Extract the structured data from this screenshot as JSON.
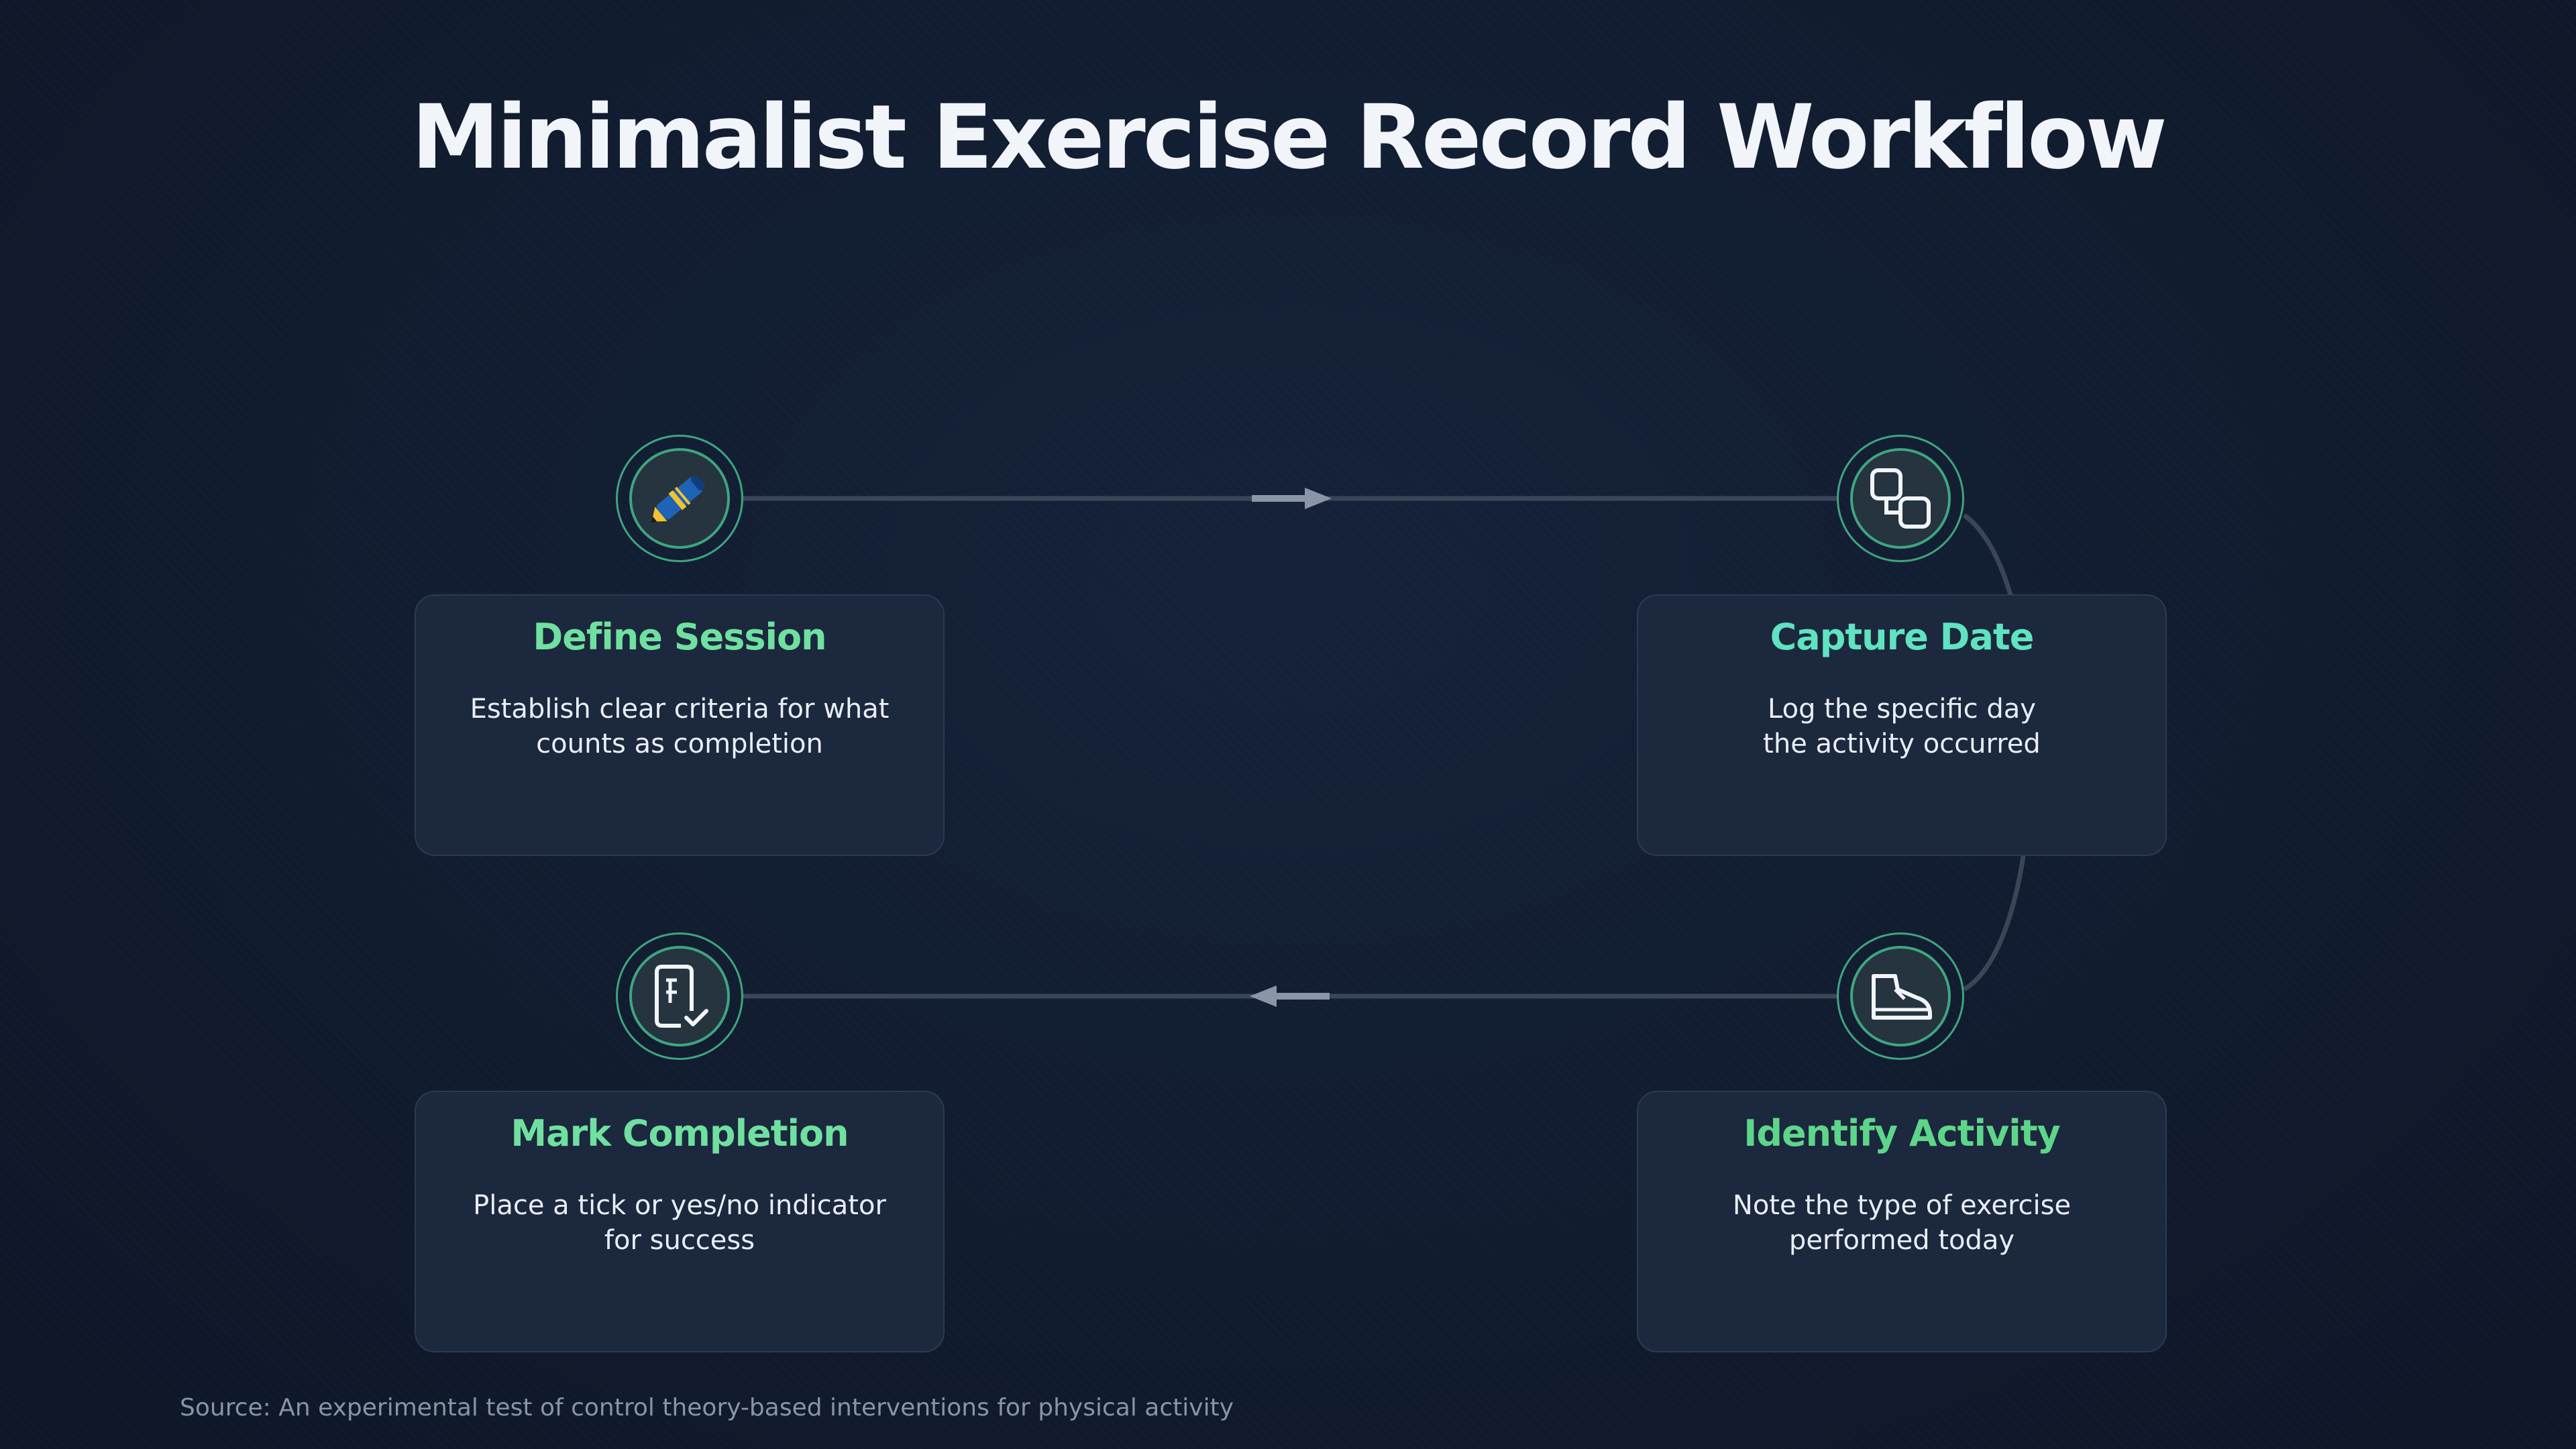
{
  "title": "Minimalist Exercise Record Workflow",
  "steps": [
    {
      "title": "Define Session",
      "description": "Establish clear criteria for what counts as completion",
      "icon": "pen-icon",
      "title_color": "#6fe0a0"
    },
    {
      "title": "Capture Date",
      "description": "Log the specific day the activity occurred",
      "icon": "workflow-icon",
      "title_color": "#5fe3c0"
    },
    {
      "title": "Identify Activity",
      "description": "Note the type of exercise performed today",
      "icon": "shoe-icon",
      "title_color": "#5ed68a"
    },
    {
      "title": "Mark Completion",
      "description": "Place a tick or yes/no indicator for success",
      "icon": "checklist-icon",
      "title_color": "#6fe0a0"
    }
  ],
  "colors": {
    "background": "#111c30",
    "node_ring": "#3fa57e",
    "card": "#1c283d",
    "connector": "#3a4658",
    "arrow": "#8a95a7"
  },
  "source": "Source: An experimental test of control theory-based interventions for physical activity"
}
